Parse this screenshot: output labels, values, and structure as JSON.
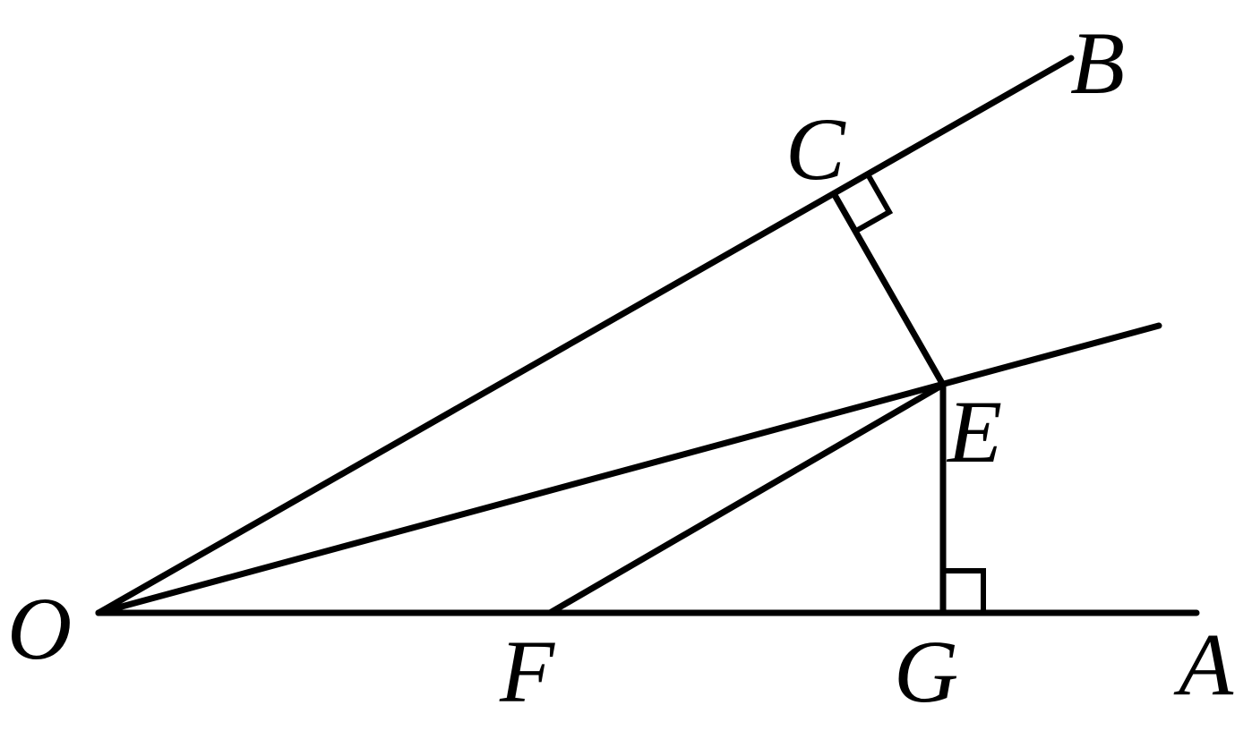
{
  "diagram": {
    "colors": {
      "stroke": "#000000",
      "background": "#ffffff"
    },
    "points": {
      "O": "O",
      "A": "A",
      "B": "B",
      "C": "C",
      "E": "E",
      "F": "F",
      "G": "G"
    },
    "segments": [
      {
        "id": "OA",
        "from": "O",
        "to": "A"
      },
      {
        "id": "OB",
        "from": "O",
        "to": "B"
      },
      {
        "id": "OE-bisector",
        "from": "O",
        "to": "E",
        "extended": true
      },
      {
        "id": "CE",
        "from": "C",
        "to": "E"
      },
      {
        "id": "EG",
        "from": "E",
        "to": "G"
      },
      {
        "id": "EF",
        "from": "E",
        "to": "F"
      }
    ],
    "right_angles": [
      "C",
      "G"
    ]
  }
}
